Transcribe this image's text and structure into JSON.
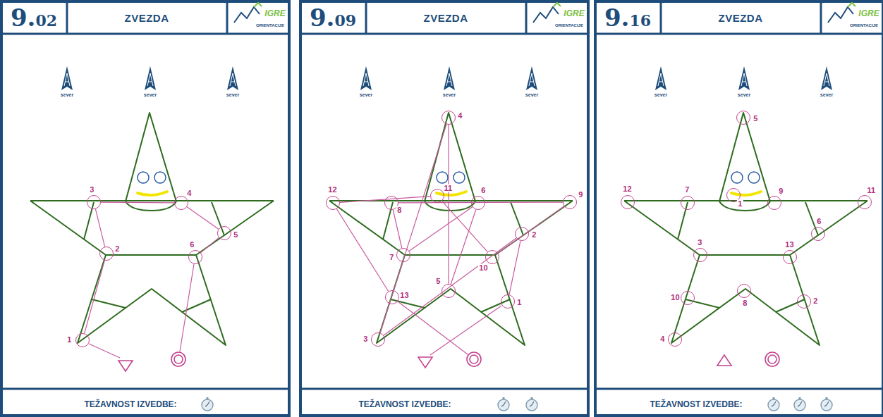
{
  "diagram": {
    "nodes": [
      {
        "text": [
          "9.02",
          "ZVEZDA",
          "TEŽAVNOST IZVEDBE:"
        ]
      },
      {
        "text": [
          "1"
        ],
        "in": 0
      },
      {
        "text": [
          "2"
        ],
        "in": 0
      },
      {
        "text": [
          "3"
        ],
        "in": 0
      },
      {
        "text": [
          "4"
        ],
        "in": 0
      },
      {
        "text": [
          "5"
        ],
        "in": 0
      },
      {
        "text": [
          "6"
        ],
        "in": 0
      },
      {
        "text": [
          "9.09",
          "ZVEZDA",
          "TEŽAVNOST IZVEDBE:"
        ]
      },
      {
        "text": [
          "1"
        ],
        "in": 7
      },
      {
        "text": [
          "2"
        ],
        "in": 7
      },
      {
        "text": [
          "3"
        ],
        "in": 7
      },
      {
        "text": [
          "4"
        ],
        "in": 7
      },
      {
        "text": [
          "5"
        ],
        "in": 7
      },
      {
        "text": [
          "6"
        ],
        "in": 7
      },
      {
        "text": [
          "7"
        ],
        "in": 7
      },
      {
        "text": [
          "8"
        ],
        "in": 7
      },
      {
        "text": [
          "9"
        ],
        "in": 7
      },
      {
        "text": [
          "10"
        ],
        "in": 7
      },
      {
        "text": [
          "11"
        ],
        "in": 7
      },
      {
        "text": [
          "12"
        ],
        "in": 7
      },
      {
        "text": [
          "13"
        ],
        "in": 7
      },
      {
        "text": [
          "9.16",
          "ZVEZDA",
          "TEŽAVNOST IZVEDBE:"
        ]
      },
      {
        "text": [
          "1"
        ],
        "in": 21
      },
      {
        "text": [
          "2"
        ],
        "in": 21
      },
      {
        "text": [
          "3"
        ],
        "in": 21
      },
      {
        "text": [
          "4"
        ],
        "in": 21
      },
      {
        "text": [
          "5"
        ],
        "in": 21
      },
      {
        "text": [
          "6"
        ],
        "in": 21
      },
      {
        "text": [
          "7"
        ],
        "in": 21
      },
      {
        "text": [
          "8"
        ],
        "in": 21
      },
      {
        "text": [
          "9"
        ],
        "in": 21
      },
      {
        "text": [
          "10"
        ],
        "in": 21
      },
      {
        "text": [
          "11"
        ],
        "in": 21
      },
      {
        "text": [
          "12"
        ],
        "in": 21
      },
      {
        "text": [
          "13"
        ],
        "in": 21
      }
    ],
    "edges": [
      {
        "from": 1,
        "to": 2,
        "arrow": "none"
      },
      {
        "from": 2,
        "to": 3,
        "arrow": "none"
      },
      {
        "from": 3,
        "to": 4,
        "arrow": "none"
      },
      {
        "from": 4,
        "to": 5,
        "arrow": "none"
      },
      {
        "from": 5,
        "to": 6,
        "arrow": "none"
      },
      {
        "from": 8,
        "to": 9,
        "arrow": "none"
      },
      {
        "from": 9,
        "to": 10,
        "arrow": "none"
      },
      {
        "from": 10,
        "to": 11,
        "arrow": "none"
      },
      {
        "from": 11,
        "to": 12,
        "arrow": "none"
      },
      {
        "from": 12,
        "to": 13,
        "arrow": "none"
      },
      {
        "from": 13,
        "to": 14,
        "arrow": "none"
      },
      {
        "from": 14,
        "to": 15,
        "arrow": "none"
      },
      {
        "from": 15,
        "to": 16,
        "arrow": "none"
      },
      {
        "from": 16,
        "to": 17,
        "arrow": "none"
      },
      {
        "from": 17,
        "to": 18,
        "arrow": "none"
      },
      {
        "from": 18,
        "to": 19,
        "arrow": "none"
      },
      {
        "from": 19,
        "to": 20,
        "arrow": "none"
      }
    ],
    "labels": [
      "sever",
      "sever",
      "sever",
      "IGRE",
      "ORIENTACIJE",
      "sever",
      "sever",
      "sever",
      "IGRE",
      "ORIENTACIJE",
      "sever",
      "sever",
      "sever",
      "IGRE",
      "ORIENTACIJE"
    ]
  }
}
